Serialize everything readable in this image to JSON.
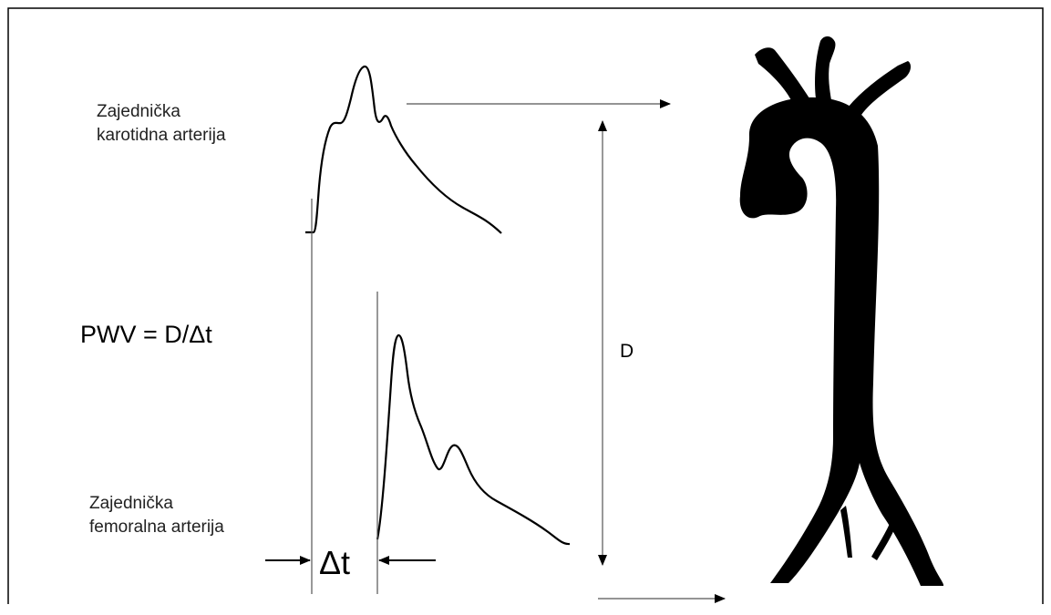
{
  "labels": {
    "carotid_line1": "Zajednička",
    "carotid_line2": "karotidna arterija",
    "femoral_line1": "Zajednička",
    "femoral_line2": "femoralna arterija",
    "formula": "PWV = D/Δt",
    "distance": "D",
    "delta_t": "Δt"
  },
  "colors": {
    "line": "#000000",
    "text": "#222222",
    "aorta": "#000000"
  }
}
